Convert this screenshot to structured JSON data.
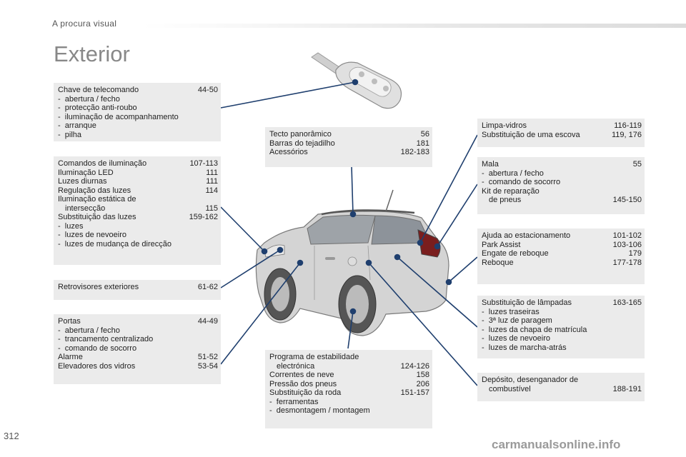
{
  "header": {
    "section": "A procura visual"
  },
  "page_title": "Exterior",
  "page_number": "312",
  "watermark": "carmanualsonline.info",
  "boxes": {
    "key": [
      {
        "t": "row",
        "label": "Chave de telecomando",
        "pages": "44-50"
      },
      {
        "t": "sub",
        "label": "abertura / fecho"
      },
      {
        "t": "sub",
        "label": "protecção anti-roubo"
      },
      {
        "t": "sub",
        "label": "iluminação de acompanhamento"
      },
      {
        "t": "sub",
        "label": "arranque"
      },
      {
        "t": "sub",
        "label": "pilha"
      }
    ],
    "lighting": [
      {
        "t": "row",
        "label": "Comandos de iluminação",
        "pages": "107-113"
      },
      {
        "t": "row",
        "label": "Iluminação LED",
        "pages": "111"
      },
      {
        "t": "row",
        "label": "Luzes diurnas",
        "pages": "111"
      },
      {
        "t": "row",
        "label": "Regulação das luzes",
        "pages": "114"
      },
      {
        "t": "row",
        "label": "Iluminação estática de",
        "pages": ""
      },
      {
        "t": "indent",
        "label": "intersecção",
        "pages": "115"
      },
      {
        "t": "row",
        "label": "Substituição das luzes",
        "pages": "159-162"
      },
      {
        "t": "sub",
        "label": "luzes"
      },
      {
        "t": "sub",
        "label": "luzes de nevoeiro"
      },
      {
        "t": "sub",
        "label": "luzes de mudança de direcção"
      }
    ],
    "mirrors": [
      {
        "t": "row",
        "label": "Retrovisores exteriores",
        "pages": "61-62"
      }
    ],
    "doors": [
      {
        "t": "row",
        "label": "Portas",
        "pages": "44-49"
      },
      {
        "t": "sub",
        "label": "abertura / fecho"
      },
      {
        "t": "sub",
        "label": "trancamento centralizado"
      },
      {
        "t": "sub",
        "label": "comando de socorro"
      },
      {
        "t": "row",
        "label": "Alarme",
        "pages": "51-52"
      },
      {
        "t": "row",
        "label": "Elevadores dos vidros",
        "pages": "53-54"
      }
    ],
    "roof": [
      {
        "t": "row",
        "label": "Tecto panorâmico",
        "pages": "56"
      },
      {
        "t": "row",
        "label": "Barras do tejadilho",
        "pages": "181"
      },
      {
        "t": "row",
        "label": "Acessórios",
        "pages": "182-183"
      }
    ],
    "stability": [
      {
        "t": "row",
        "label": "Programa de estabilidade",
        "pages": ""
      },
      {
        "t": "indent",
        "label": "electrónica",
        "pages": "124-126"
      },
      {
        "t": "row",
        "label": "Correntes de neve",
        "pages": "158"
      },
      {
        "t": "row",
        "label": "Pressão dos pneus",
        "pages": "206"
      },
      {
        "t": "row",
        "label": "Substituição da roda",
        "pages": "151-157"
      },
      {
        "t": "sub",
        "label": "ferramentas"
      },
      {
        "t": "sub",
        "label": "desmontagem / montagem"
      }
    ],
    "wipers": [
      {
        "t": "row",
        "label": "Limpa-vidros",
        "pages": "116-119"
      },
      {
        "t": "row",
        "label": "Substituição de uma escova",
        "pages": "119, 176"
      }
    ],
    "boot": [
      {
        "t": "row",
        "label": "Mala",
        "pages": "55"
      },
      {
        "t": "sub",
        "label": "abertura / fecho"
      },
      {
        "t": "sub",
        "label": "comando de socorro"
      },
      {
        "t": "row",
        "label": "Kit de reparação",
        "pages": ""
      },
      {
        "t": "indent",
        "label": "de pneus",
        "pages": "145-150"
      }
    ],
    "parking": [
      {
        "t": "row",
        "label": "Ajuda ao estacionamento",
        "pages": "101-102"
      },
      {
        "t": "row",
        "label": "Park Assist",
        "pages": "103-106"
      },
      {
        "t": "row",
        "label": "Engate de reboque",
        "pages": "179"
      },
      {
        "t": "row",
        "label": "Reboque",
        "pages": "177-178"
      }
    ],
    "bulbs": [
      {
        "t": "row",
        "label": "Substituição de lâmpadas",
        "pages": "163-165"
      },
      {
        "t": "sub",
        "label": "luzes traseiras"
      },
      {
        "t": "sub",
        "label": "3ª luz de paragem"
      },
      {
        "t": "sub",
        "label": "luzes da chapa de matrícula"
      },
      {
        "t": "sub",
        "label": "luzes de nevoeiro"
      },
      {
        "t": "sub",
        "label": "luzes de marcha-atrás"
      }
    ],
    "fuel": [
      {
        "t": "row",
        "label": "Depósito, desenganador de",
        "pages": ""
      },
      {
        "t": "indent",
        "label": "combustível",
        "pages": "188-191"
      }
    ]
  },
  "colors": {
    "box_bg": "#ebebeb",
    "leader": "#1f3f6e",
    "title": "#888888"
  }
}
